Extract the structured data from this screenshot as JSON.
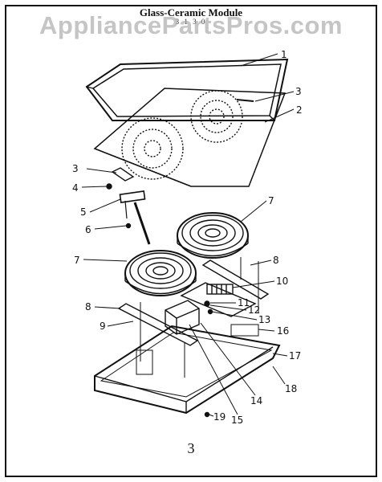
{
  "diagram": {
    "title": "Glass-Ceramic Module",
    "subtitle": "3 1 3 0",
    "watermark": "AppliancePartsPros.com",
    "page_number": "3",
    "callouts": [
      "1",
      "2",
      "3",
      "3",
      "4",
      "5",
      "6",
      "7",
      "7",
      "8",
      "8",
      "9",
      "10",
      "11",
      "12",
      "13",
      "14",
      "15",
      "16",
      "17",
      "18",
      "19"
    ]
  }
}
